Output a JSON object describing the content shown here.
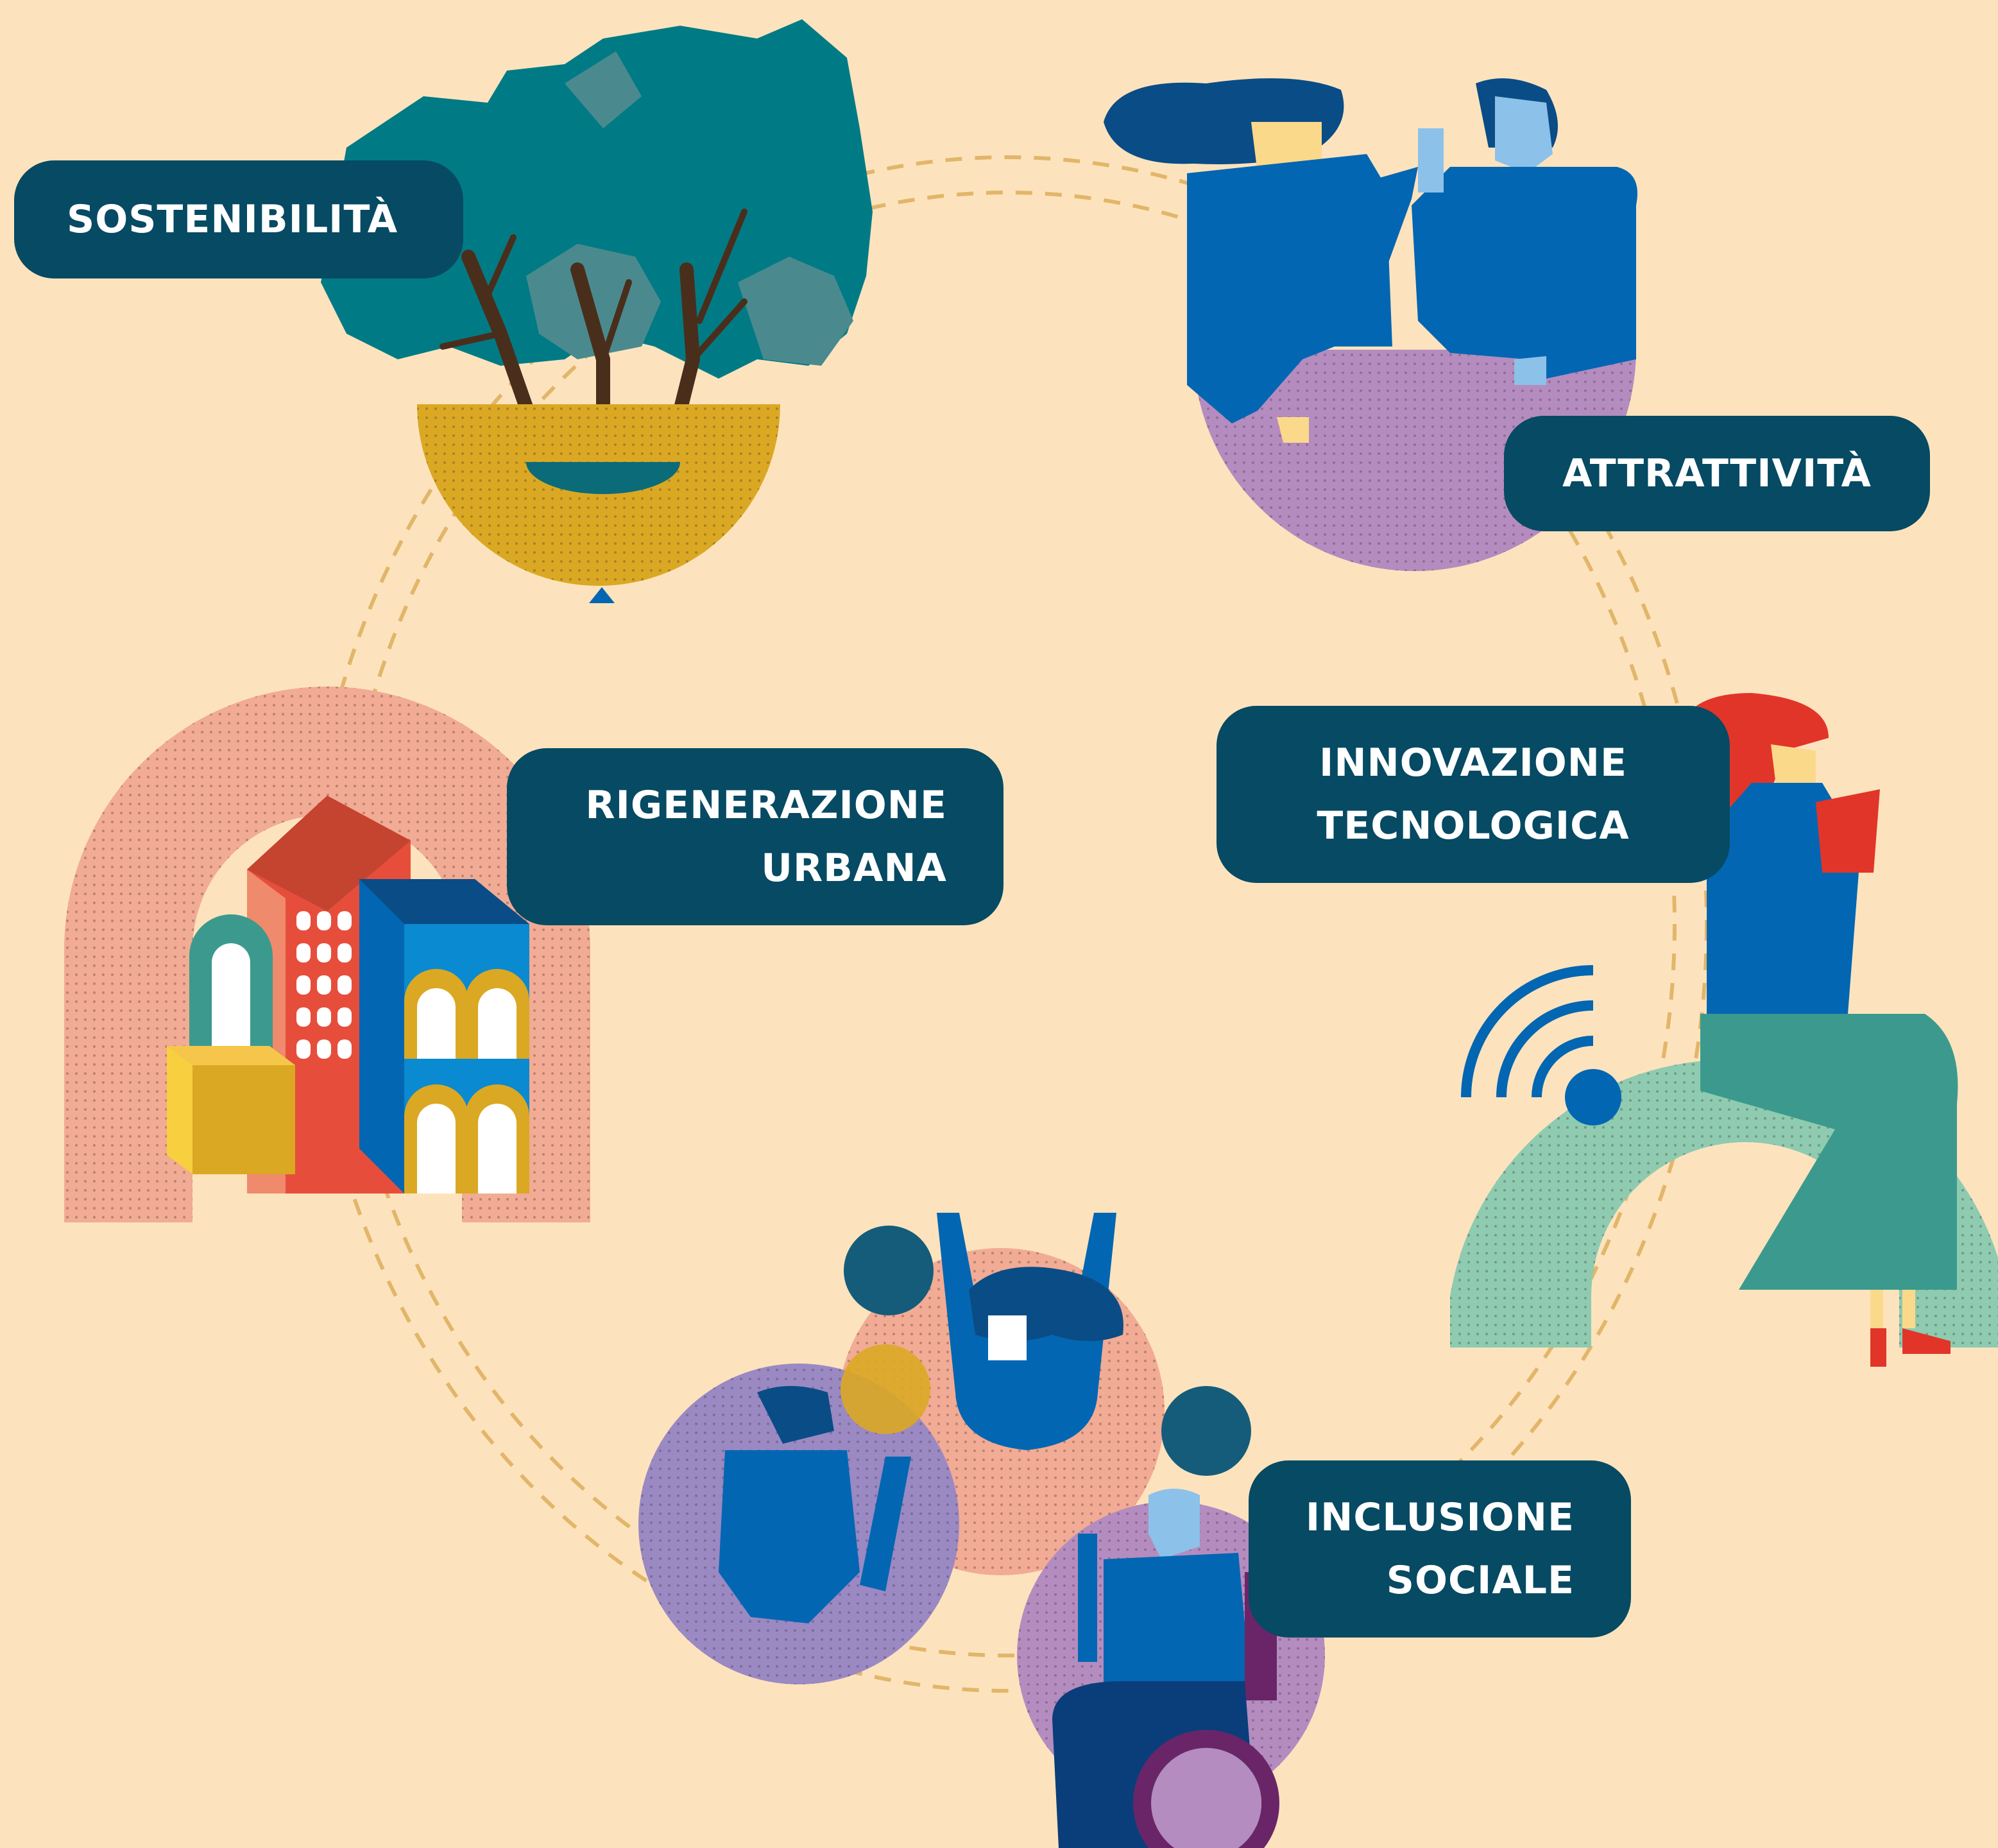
{
  "labels": {
    "sostenibilita": "SOSTENIBILITÀ",
    "attrattivita": "ATTRATTIVITÀ",
    "rigenerazione": {
      "line1": "RIGENERAZIONE",
      "line2": "URBANA"
    },
    "innovazione": {
      "line1": "INNOVAZIONE",
      "line2": "TECNOLOGICA"
    },
    "inclusione": {
      "line1": "INCLUSIONE",
      "line2": "SOCIALE"
    }
  },
  "colors": {
    "background": "#fde3bd",
    "label_bg": "#064a63",
    "dashed_ring": "#e2b66a",
    "tree_teal": "#007b85",
    "ochre": "#dba823",
    "lilac": "#b48cc0",
    "blue": "#0366b2",
    "salmon": "#f2ab94",
    "red": "#e2352a",
    "mint": "#8ecbb0",
    "green": "#3b9a8d"
  }
}
